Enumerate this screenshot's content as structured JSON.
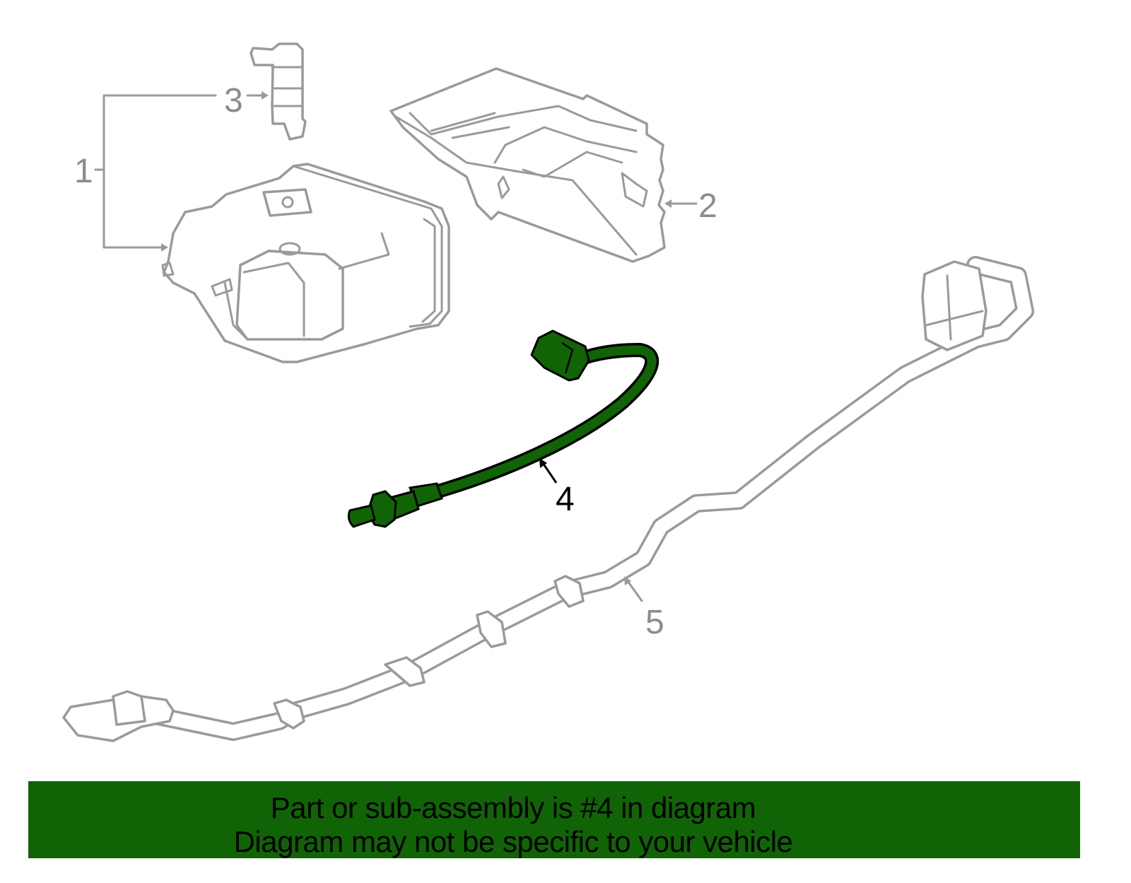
{
  "callouts": {
    "c1": "1",
    "c2": "2",
    "c3": "3",
    "c4": "4",
    "c5": "5"
  },
  "highlighted_part": "4",
  "colors": {
    "highlight": "#116405",
    "outline": "#9a9a9a",
    "banner": "#116405"
  },
  "banner": {
    "line1": "Part or sub-assembly is #4 in diagram",
    "line2": "Diagram may not be specific to your vehicle"
  }
}
